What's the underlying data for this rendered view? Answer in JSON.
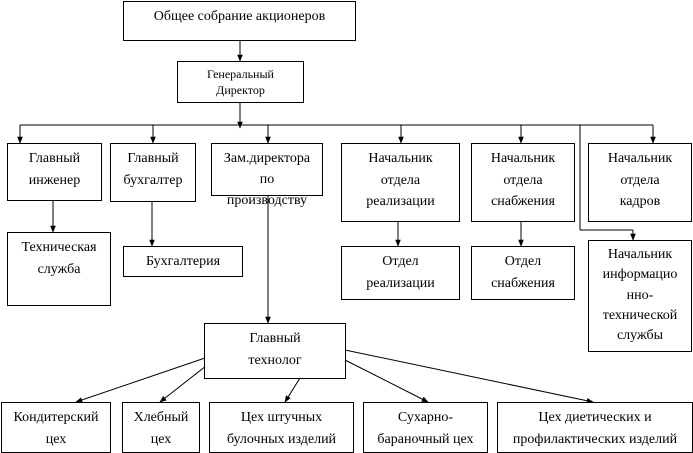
{
  "nodes": {
    "shareholders": "Общее собрание акционеров",
    "general_director": "Генеральный\nДиректор",
    "chief_engineer": "Главный\nинженер",
    "chief_accountant": "Главный\nбухгалтер",
    "deputy_production": "Зам.директора\nпо\nпроизводству",
    "head_sales": "Начальник\nотдела\nреализации",
    "head_supply": "Начальник\nотдела\nснабжения",
    "head_hr": "Начальник\nотдела\nкадров",
    "technical_service": "Техническая\nслужба",
    "accounting": "Бухгалтерия",
    "sales_dept": "Отдел\nреализации",
    "supply_dept": "Отдел\nснабжения",
    "head_info_tech": "Начальник\nинформацио\nнно-\nтехнической\nслужбы",
    "chief_technologist": "Главный\nтехнолог",
    "confectionery": "Кондитерский\nцех",
    "bread": "Хлебный\nцех",
    "buns": "Цех штучных\nбулочных изделий",
    "rusks": "Сухарно-\nбараночный цех",
    "dietetic": "Цех диетических и\nпрофилактических изделий"
  }
}
